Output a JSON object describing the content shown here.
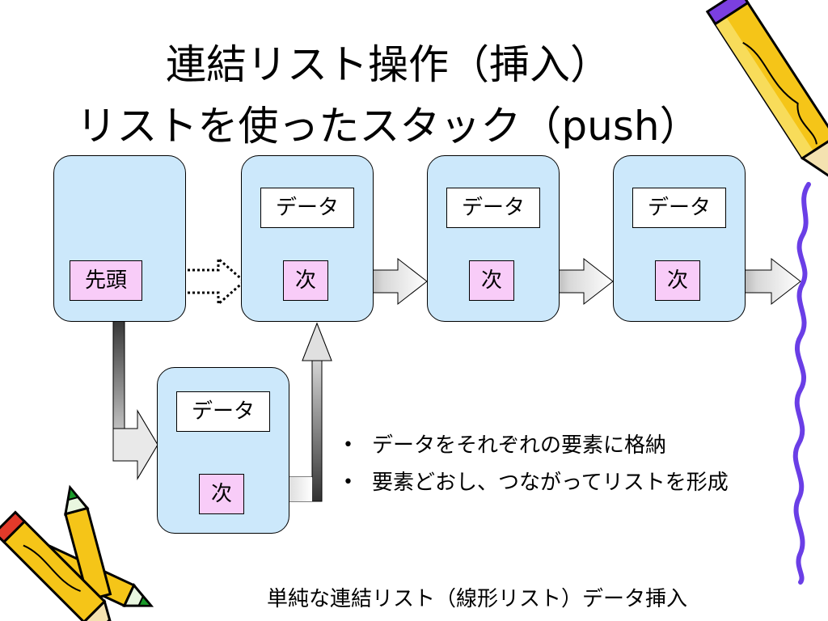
{
  "title": {
    "line1": "連結リスト操作（挿入）",
    "line2": "リストを使ったスタック（push）"
  },
  "head_node": {
    "pointer_label": "先頭"
  },
  "nodes": [
    {
      "data_label": "データ",
      "next_label": "次"
    },
    {
      "data_label": "データ",
      "next_label": "次"
    },
    {
      "data_label": "データ",
      "next_label": "次"
    }
  ],
  "new_node": {
    "data_label": "データ",
    "next_label": "次"
  },
  "bullets": [
    "データをそれぞれの要素に格納",
    "要素どおし、つながってリストを形成"
  ],
  "caption": "単純な連結リスト（線形リスト）データ挿入",
  "colors": {
    "node_fill": "#cce8fb",
    "pointer_fill": "#f8ccf8",
    "squiggle": "#6a3ee6",
    "pencil_body": "#f5c518",
    "pencil_tip_purple": "#7b3fe0"
  },
  "decorations": [
    "pencil-icon",
    "pencil-bundle-icon",
    "squiggle-line"
  ]
}
